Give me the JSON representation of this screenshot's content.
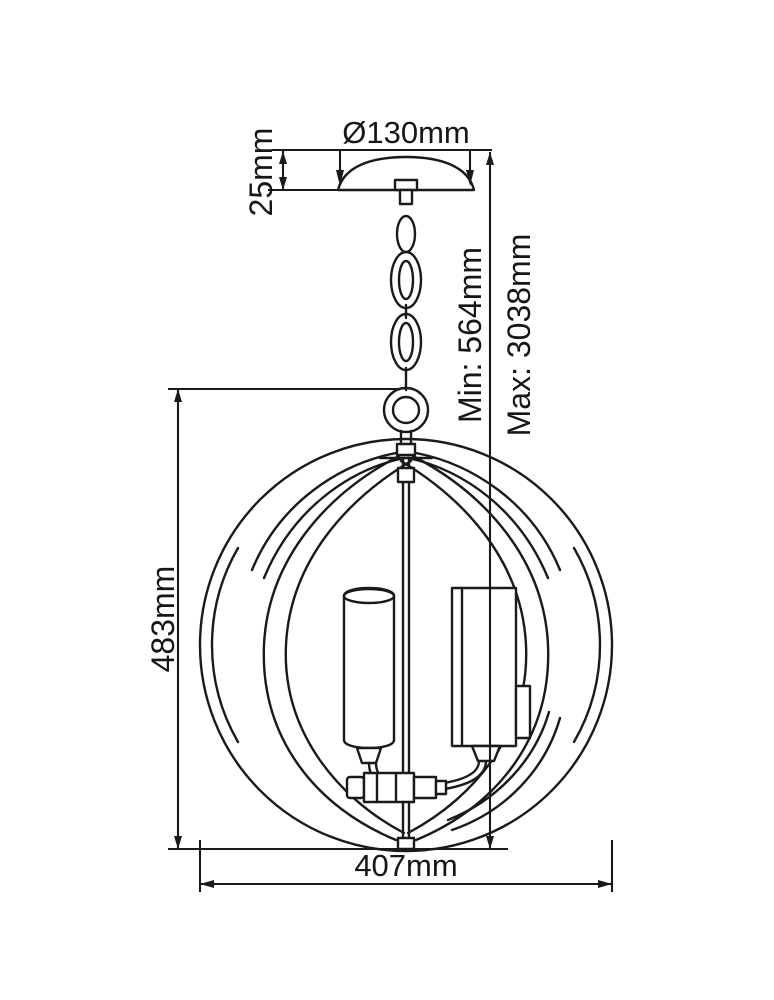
{
  "page": {
    "background": "#ffffff",
    "line_color": "#1a1a1a"
  },
  "labels": {
    "canopy_diameter": "Ø130mm",
    "canopy_height": "25mm",
    "min_height": "Min: 564mm",
    "max_height": "Max: 3038mm",
    "fixture_height": "483mm",
    "fixture_width": "407mm"
  }
}
